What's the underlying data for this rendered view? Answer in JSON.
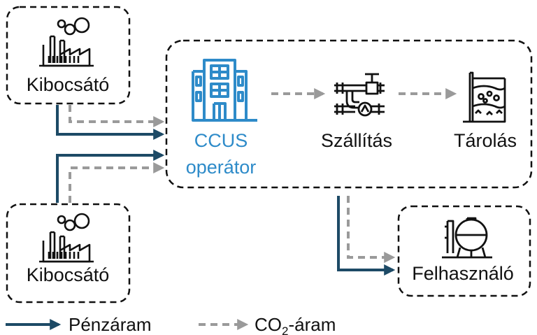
{
  "nodes": {
    "emitter_top": {
      "label": "Kibocsátó",
      "icon": "factory-icon"
    },
    "emitter_bottom": {
      "label": "Kibocsátó",
      "icon": "factory-icon"
    },
    "operator": {
      "line1": "CCUS",
      "line2": "operátor",
      "icon": "office-building-icon",
      "color": "#2e8bc9"
    },
    "transport": {
      "label": "Szállítás",
      "icon": "pipeline-valve-icon"
    },
    "storage": {
      "label": "Tárolás",
      "icon": "geological-storage-icon"
    },
    "user": {
      "label": "Felhasználó",
      "icon": "industrial-tank-icon"
    }
  },
  "legend": {
    "money_flow": "Pénzáram",
    "co2_prefix": "CO",
    "co2_sub": "2",
    "co2_suffix": "-áram"
  },
  "colors": {
    "money_arrow": "#1d4a66",
    "co2_arrow": "#9a9a9a",
    "operator_text": "#2e8bc9",
    "border": "#111111"
  }
}
